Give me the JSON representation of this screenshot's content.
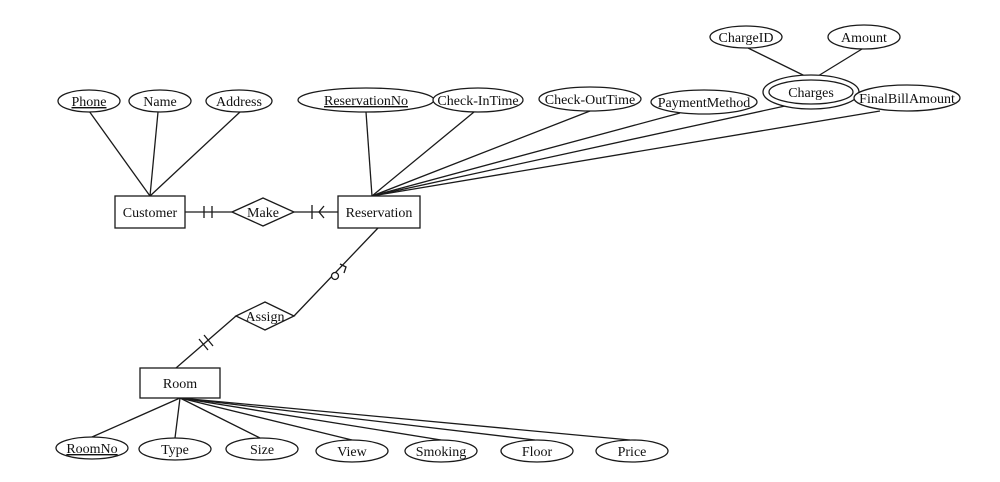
{
  "entities": {
    "customer": "Customer",
    "reservation": "Reservation",
    "room": "Room"
  },
  "relationships": {
    "make": "Make",
    "assign": "Assign"
  },
  "attributes": {
    "customer": {
      "phone": "Phone",
      "name": "Name",
      "address": "Address"
    },
    "reservation": {
      "reservation_no": "ReservationNo",
      "check_in_time": "Check-InTime",
      "check_out_time": "Check-OutTime",
      "payment_method": "PaymentMethod",
      "charges": "Charges",
      "final_bill_amount": "FinalBillAmount"
    },
    "charges": {
      "charge_id": "ChargeID",
      "amount": "Amount"
    },
    "room": {
      "room_no": "RoomNo",
      "type": "Type",
      "size": "Size",
      "view": "View",
      "smoking": "Smoking",
      "floor": "Floor",
      "price": "Price"
    }
  },
  "key_attributes": [
    "Phone",
    "ReservationNo",
    "RoomNo"
  ],
  "multivalued_attributes": [
    "Charges"
  ]
}
